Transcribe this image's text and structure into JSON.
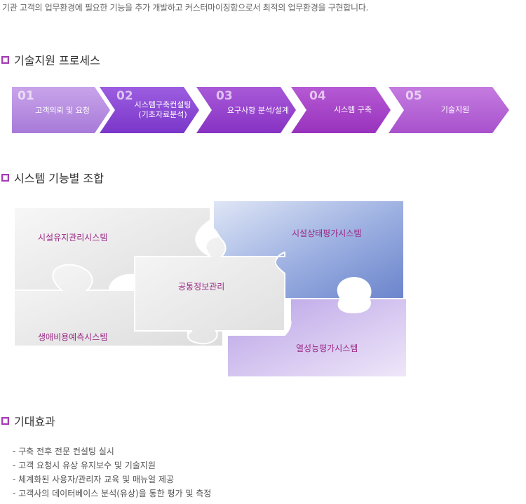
{
  "intro": "기관 고객의 업무환경에 필요한 기능을 추가 개발하고 커스터마이징함으로서 최적의 업무환경을 구현합니다.",
  "sections": {
    "process_title": "기술지원 프로세스",
    "combo_title": "시스템 기능별 조합",
    "effect_title": "기대효과"
  },
  "process": [
    {
      "num": "01",
      "label": "고객의뢰 및 요청",
      "color": "#b98be0"
    },
    {
      "num": "02",
      "label": "시스템구축컨설팅\n(기초자료분석)",
      "color": "#8a45d6"
    },
    {
      "num": "03",
      "label": "요구사항 분석/설계",
      "color": "#9a3fd0"
    },
    {
      "num": "04",
      "label": "시스템 구축",
      "color": "#a83ec6"
    },
    {
      "num": "05",
      "label": "기술지원",
      "color": "#b86ad4"
    }
  ],
  "puzzle": {
    "piece_top_left": "시설유지관리시스템",
    "piece_top_right": "시설상태평가시스템",
    "piece_center": "공통정보관리",
    "piece_bottom_left": "생애비용예측시스템",
    "piece_bottom_right": "열성능평가시스템"
  },
  "effects": [
    "- 구축 전후 전문 컨설팅 실시",
    "- 고객 요청시 유상 유지보수 및 기술지원",
    "- 체계화된 사용자/관리자 교육 및 매뉴얼 제공",
    "- 고객사의 데이터베이스 분석(유상)을 통한 평가 및 측정"
  ]
}
